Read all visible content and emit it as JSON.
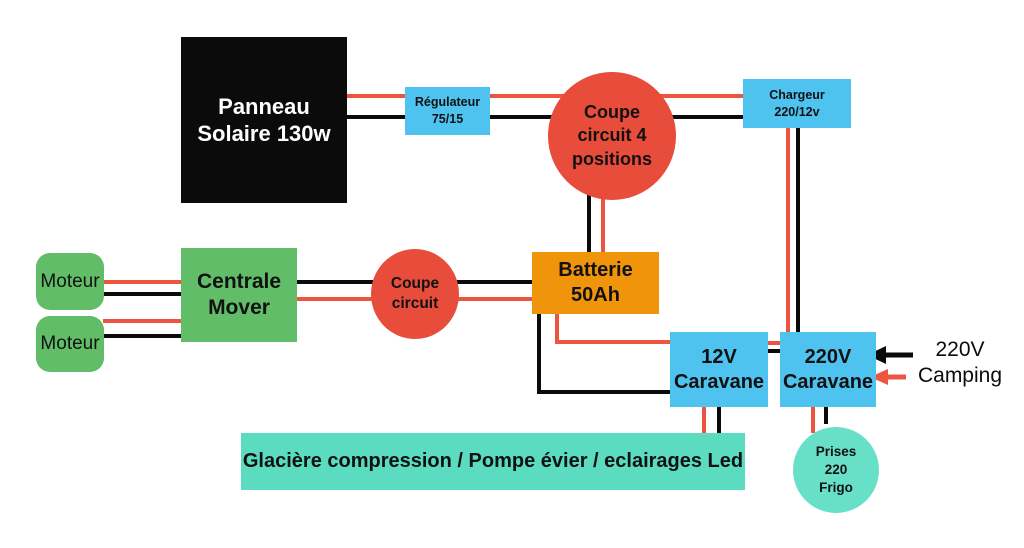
{
  "diagram": {
    "description": "Caravan 12V/220V electrical wiring diagram (French)",
    "wire_colors": {
      "positive_red": "#ee5541",
      "negative_black": "#0a0a0a"
    },
    "node_colors": {
      "solar_panel": "#0b0b0b",
      "blue_boxes": "#4fc3f0",
      "green_boxes": "#61bd68",
      "red_circles": "#e84c3b",
      "battery_orange": "#f0940c",
      "teal_box": "#5bdcc0",
      "teal_circle": "#68e0c8"
    },
    "nodes": {
      "panneau": {
        "line1": "Panneau",
        "line2": "Solaire 130w"
      },
      "regulateur": {
        "line1": "Régulateur",
        "line2": "75/15"
      },
      "coupe4": {
        "line1": "Coupe",
        "line2": "circuit 4",
        "line3": "positions"
      },
      "chargeur": {
        "line1": "Chargeur",
        "line2": "220/12v"
      },
      "moteur1": {
        "label": "Moteur"
      },
      "moteur2": {
        "label": "Moteur"
      },
      "centrale": {
        "line1": "Centrale",
        "line2": "Mover"
      },
      "coupe": {
        "line1": "Coupe",
        "line2": "circuit"
      },
      "batterie": {
        "line1": "Batterie",
        "line2": "50Ah"
      },
      "caravane12": {
        "line1": "12V",
        "line2": "Caravane"
      },
      "caravane220": {
        "line1": "220V",
        "line2": "Caravane"
      },
      "glaciere": {
        "label": "Glacière compression / Pompe évier / eclairages Led"
      },
      "prises": {
        "line1": "Prises",
        "line2": "220",
        "line3": "Frigo"
      },
      "camping": {
        "line1": "220V",
        "line2": "Camping"
      }
    }
  }
}
